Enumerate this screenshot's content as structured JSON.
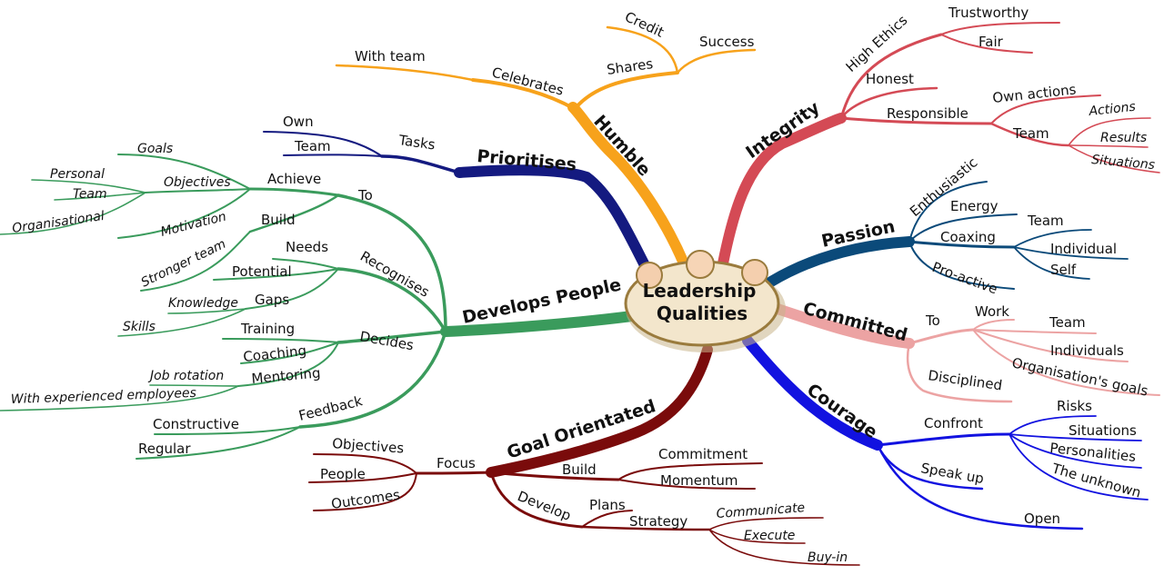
{
  "center": {
    "line1": "Leadership",
    "line2": "Qualities"
  },
  "colors": {
    "humble": "#f7a21b",
    "prioritises": "#141a80",
    "develops": "#3a9b5c",
    "integrity": "#d44a55",
    "passion": "#0b4a7a",
    "committed": "#eca3a3",
    "courage": "#1212e0",
    "goal": "#7a0b0b",
    "hub_fill": "#f3e6cc",
    "hub_stroke": "#9a7b3d"
  },
  "humble": {
    "title": "Humble",
    "celebrates": "Celebrates",
    "with_team": "With team",
    "shares": "Shares",
    "credit": "Credit",
    "success": "Success"
  },
  "prioritises": {
    "title": "Prioritises",
    "tasks": "Tasks",
    "own": "Own",
    "team": "Team"
  },
  "develops": {
    "title": "Develops People",
    "to": "To",
    "achieve": "Achieve",
    "goals": "Goals",
    "objectives": "Objectives",
    "personal": "Personal",
    "team": "Team",
    "organisational": "Organisational",
    "motivation": "Motivation",
    "build": "Build",
    "stronger_team": "Stronger team",
    "recognises": "Recognises",
    "needs": "Needs",
    "potential": "Potential",
    "gaps": "Gaps",
    "knowledge": "Knowledge",
    "skills": "Skills",
    "decides": "Decides",
    "training": "Training",
    "coaching": "Coaching",
    "mentoring": "Mentoring",
    "job_rotation": "Job rotation",
    "with_experienced": "With experienced employees",
    "feedback": "Feedback",
    "constructive": "Constructive",
    "regular": "Regular"
  },
  "integrity": {
    "title": "Integrity",
    "high_ethics": "High Ethics",
    "trustworthy": "Trustworthy",
    "fair": "Fair",
    "honest": "Honest",
    "responsible": "Responsible",
    "own_actions": "Own actions",
    "team": "Team",
    "actions": "Actions",
    "results": "Results",
    "situations": "Situations"
  },
  "passion": {
    "title": "Passion",
    "enthusiastic": "Enthusiastic",
    "energy": "Energy",
    "coaxing": "Coaxing",
    "team": "Team",
    "individual": "Individual",
    "self": "Self",
    "proactive": "Pro-active"
  },
  "committed": {
    "title": "Committed",
    "to": "To",
    "work": "Work",
    "team": "Team",
    "individuals": "Individuals",
    "org_goals": "Organisation's goals",
    "disciplined": "Disciplined"
  },
  "courage": {
    "title": "Courage",
    "confront": "Confront",
    "risks": "Risks",
    "situations": "Situations",
    "personalities": "Personalities",
    "unknown": "The unknown",
    "speak_up": "Speak up",
    "open": "Open"
  },
  "goal": {
    "title": "Goal Orientated",
    "focus": "Focus",
    "objectives": "Objectives",
    "people": "People",
    "outcomes": "Outcomes",
    "build": "Build",
    "commitment": "Commitment",
    "momentum": "Momentum",
    "develop": "Develop",
    "plans": "Plans",
    "strategy": "Strategy",
    "communicate": "Communicate",
    "execute": "Execute",
    "buyin": "Buy-in"
  }
}
